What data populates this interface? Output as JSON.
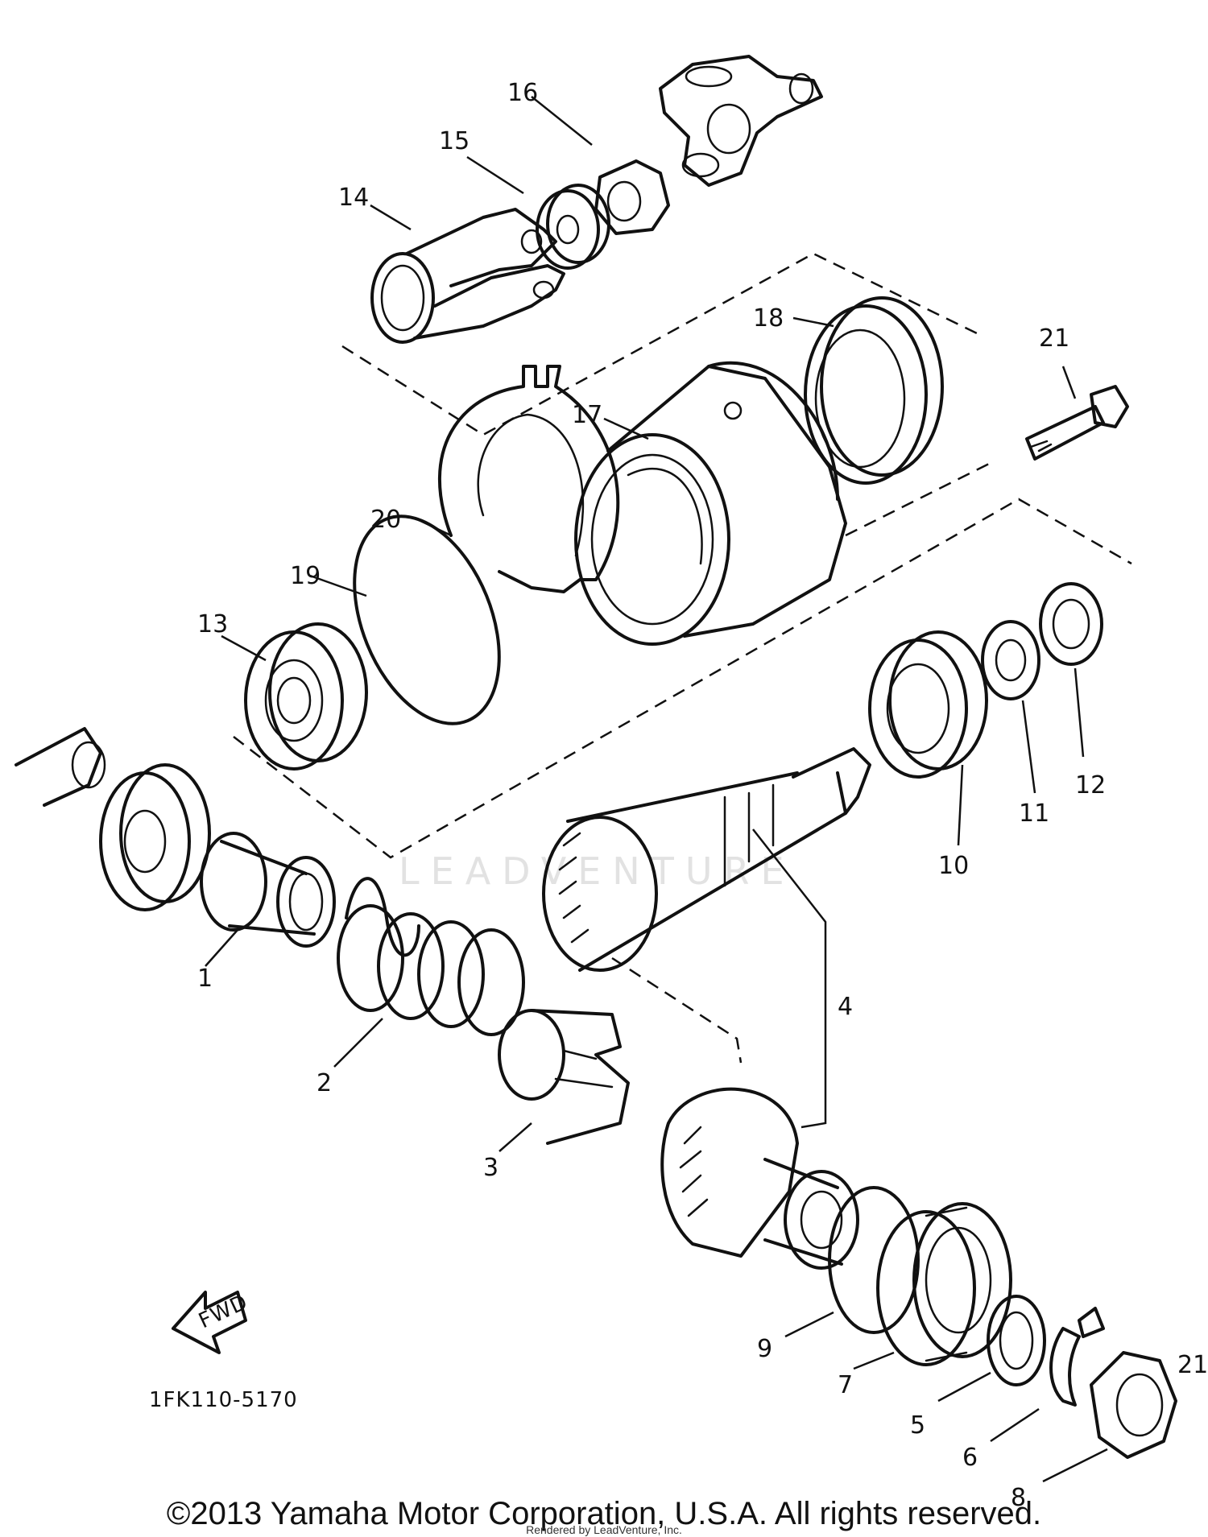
{
  "diagram_code": "1FK110-5170",
  "fwd_label": "FWD",
  "watermark": "LEADVENTURE",
  "copyright": "©2013 Yamaha Motor Corporation, U.S.A. All rights reserved.",
  "rendered_by": "Rendered by LeadVenture, Inc.",
  "callouts": [
    "1",
    "2",
    "3",
    "4",
    "5",
    "6",
    "7",
    "8",
    "9",
    "10",
    "11",
    "12",
    "13",
    "14",
    "15",
    "16",
    "17",
    "18",
    "19",
    "20",
    "21"
  ]
}
